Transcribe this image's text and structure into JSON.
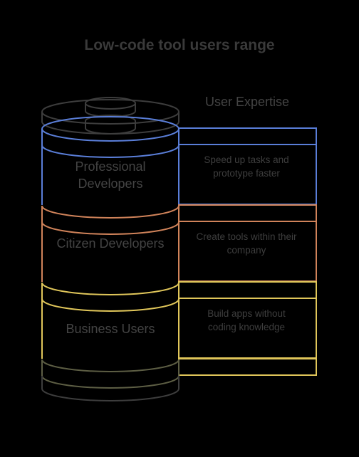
{
  "title": "Low-code tool users range",
  "header": "User Expertise",
  "layers": [
    {
      "name": "Professional Developers",
      "description": "Speed up tasks and prototype faster",
      "color": "#5a7ed8"
    },
    {
      "name": "Citizen Developers",
      "description": "Create tools within their company",
      "color": "#d0835a"
    },
    {
      "name": "Business Users",
      "description": "Build apps without coding knowledge",
      "color": "#e0c65a"
    }
  ],
  "colors": {
    "outline": "#3d3d3d",
    "base": "#5d5e44",
    "text": "#444444"
  }
}
